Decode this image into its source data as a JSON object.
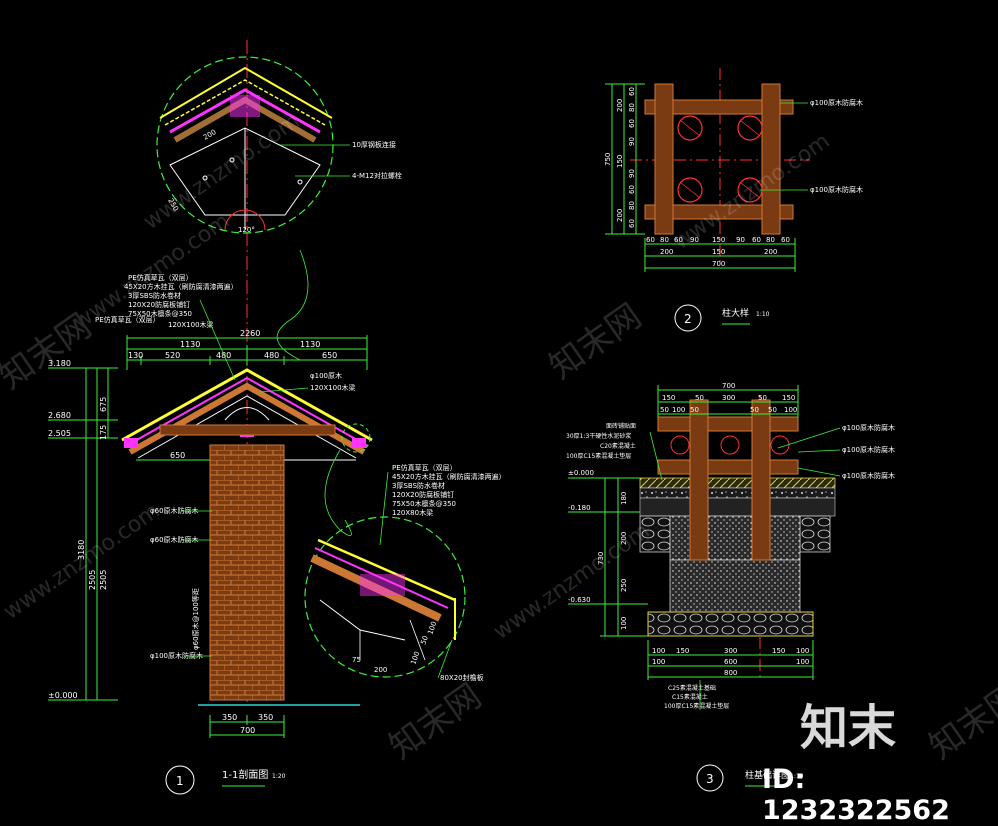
{
  "colors": {
    "green": "#3cf03c",
    "white": "#ffffff",
    "red": "#ff3030",
    "magenta": "#ff33ff",
    "yellow": "#ffff33",
    "brown": "#a0522d",
    "cyan": "#33ffff",
    "gray": "#9a9a9a"
  },
  "view1": {
    "number": "1",
    "title": "1-1剖面图",
    "scale": "1:20",
    "dims_top": [
      "2260",
      "1130",
      "1130",
      "130",
      "520",
      "480",
      "480",
      "650"
    ],
    "dim_eave": "650",
    "dims_bottom": [
      "350",
      "350",
      "700"
    ],
    "levels": [
      "3.180",
      "2.680",
      "2.505",
      "±0.000"
    ],
    "left_dims": [
      "675",
      "175",
      "3180",
      "2505",
      "2505"
    ],
    "roof_labels": [
      "PE仿真草瓦（双层）",
      "45X20方木挂瓦（刷防腐清漆两遍）",
      "3厚SBS防水卷材",
      "120X20防腐板铺钉",
      "75X50木檩条@350",
      "120X100木梁"
    ],
    "roof_labels_left": [
      "PE仿真草瓦（双层）"
    ],
    "post_labels": [
      "φ100原木",
      "120X100木梁",
      "φ60原木防腐木",
      "φ60原木防腐木",
      "φ100原木防腐木"
    ],
    "post_vertical": "φ60原木@100等距",
    "detail_top": {
      "labels": [
        "10厚钢板连接",
        "4-M12对拉螺栓"
      ],
      "dims": [
        "200",
        "250",
        "120°"
      ]
    },
    "detail_eave": {
      "labels": [
        "PE仿真草瓦（双层）",
        "45X20方木挂瓦（刷防腐清漆两遍）",
        "3厚SBS防水卷材",
        "120X20防腐板铺钉",
        "75X50木檩条@350",
        "120X80木梁",
        "80X20封檐板"
      ],
      "dims": [
        "100",
        "50",
        "75",
        "200",
        "100"
      ]
    }
  },
  "view2": {
    "number": "2",
    "title": "柱大样",
    "scale": "1:10",
    "dims_left": [
      "200",
      "60",
      "80",
      "60",
      "90",
      "150",
      "90",
      "60",
      "80",
      "60",
      "200",
      "750"
    ],
    "dims_bottom": [
      "60",
      "80",
      "60",
      "90",
      "150",
      "90",
      "60",
      "80",
      "60",
      "200",
      "150",
      "200",
      "700"
    ],
    "labels": [
      "φ100原木防腐木",
      "φ100原木防腐木"
    ]
  },
  "view3": {
    "number": "3",
    "title": "柱基础详图",
    "scale": "1:10",
    "dims_top": [
      "700",
      "150",
      "50",
      "300",
      "50",
      "150",
      "50",
      "100",
      "50",
      "50",
      "50",
      "100"
    ],
    "levels": [
      "±0.000",
      "-0.180",
      "-0.630"
    ],
    "left_dims": [
      "180",
      "200",
      "730",
      "250",
      "100"
    ],
    "layers_left": [
      "面砖铺贴面",
      "30厚1:3干硬性水泥砂浆",
      "C20素混凝土",
      "100厚C15素混凝土垫层"
    ],
    "labels_right": [
      "φ100原木防腐木",
      "φ100原木防腐木",
      "φ100原木防腐木"
    ],
    "dims_bottom": [
      "100",
      "150",
      "300",
      "150",
      "100",
      "100",
      "600",
      "100",
      "800"
    ],
    "layers_bottom": [
      "C25素混凝土基础",
      "C15素混凝土",
      "100厚C15素混凝土垫层"
    ]
  },
  "watermarks": {
    "site": "www.znzmo.com",
    "brand": "知末网",
    "logo": "知末",
    "id": "ID: 1232322562"
  }
}
